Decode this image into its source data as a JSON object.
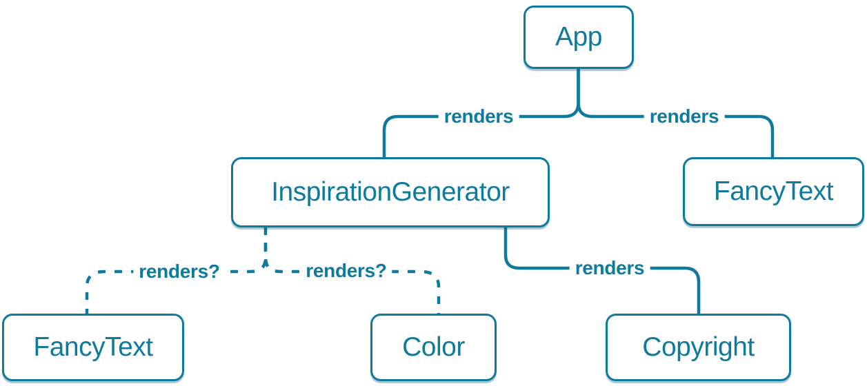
{
  "diagram": {
    "accent_color": "#0e7a9e",
    "background_color": "#ffffff",
    "nodes": [
      {
        "id": "app",
        "label": "App"
      },
      {
        "id": "inspiration-generator",
        "label": "InspirationGenerator"
      },
      {
        "id": "fancy-text-top",
        "label": "FancyText"
      },
      {
        "id": "fancy-text-bottom",
        "label": "FancyText"
      },
      {
        "id": "color",
        "label": "Color"
      },
      {
        "id": "copyright",
        "label": "Copyright"
      }
    ],
    "edges": [
      {
        "from": "App",
        "to": "InspirationGenerator",
        "label": "renders",
        "style": "solid"
      },
      {
        "from": "App",
        "to": "FancyText",
        "label": "renders",
        "style": "solid"
      },
      {
        "from": "InspirationGenerator",
        "to": "FancyText",
        "label": "renders?",
        "style": "dashed"
      },
      {
        "from": "InspirationGenerator",
        "to": "Color",
        "label": "renders?",
        "style": "dashed"
      },
      {
        "from": "InspirationGenerator",
        "to": "Copyright",
        "label": "renders",
        "style": "solid"
      }
    ]
  }
}
